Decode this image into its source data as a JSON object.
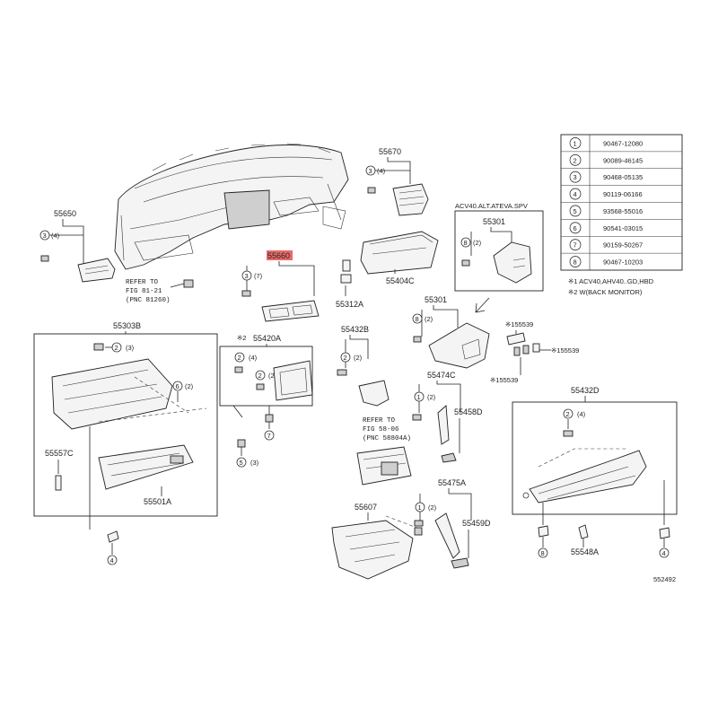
{
  "diagram_id": "552492",
  "callouts": {
    "p55650": "55650",
    "p55670": "55670",
    "p55660": "55660",
    "p55312A": "55312A",
    "p55404C": "55404C",
    "p55301a": "55301",
    "p55301b": "55301",
    "p55303B": "55303B",
    "p55420A": "55420A",
    "p55420A_note": "※2",
    "p55432B": "55432B",
    "p55474C": "55474C",
    "p55458D": "55458D",
    "p55539a": "※155539",
    "p55539b": "※155539",
    "p55539c": "※155539",
    "p55432D": "55432D",
    "p55557C": "55557C",
    "p55501A": "55501A",
    "p55607": "55607",
    "p55475A": "55475A",
    "p55459D": "55459D",
    "p55548A": "55548A"
  },
  "qty_labels": {
    "q55650": "(4)",
    "q55670": "(4)",
    "q55660": "(7)",
    "q55301a": "(2)",
    "q55301b": "(2)",
    "q55303B": "(3)",
    "q55420A_1": "(4)",
    "q55420A_2": "(2)",
    "q55432B": "(2)",
    "q6": "(2)",
    "q5": "(3)",
    "q55474C": "(2)",
    "q55475A": "(2)",
    "q55432D": "(4)"
  },
  "refs": {
    "ref1": {
      "line1": "REFER TO",
      "line2": "FIG 81-21",
      "line3": "(PNC 81260)"
    },
    "ref2": {
      "line1": "REFER TO",
      "line2": "FIG 58-06",
      "line3": "(PNC 58804A)"
    }
  },
  "variant_box": {
    "title": "ACV40.ALT.ATEVA.SPV"
  },
  "legend": {
    "rows": [
      {
        "n": "1",
        "part": "90467-12080"
      },
      {
        "n": "2",
        "part": "90089-46145"
      },
      {
        "n": "3",
        "part": "90468-05135"
      },
      {
        "n": "4",
        "part": "90119-06166"
      },
      {
        "n": "5",
        "part": "93568-55016"
      },
      {
        "n": "6",
        "part": "90541-03015"
      },
      {
        "n": "7",
        "part": "90159-50267"
      },
      {
        "n": "8",
        "part": "90467-10203"
      }
    ],
    "note1": "※1 ACV40,AHV40..GD,HBD",
    "note2": "※2 W(BACK MONITOR)"
  },
  "colors": {
    "highlight": "#e86b6b",
    "line": "#222222"
  }
}
